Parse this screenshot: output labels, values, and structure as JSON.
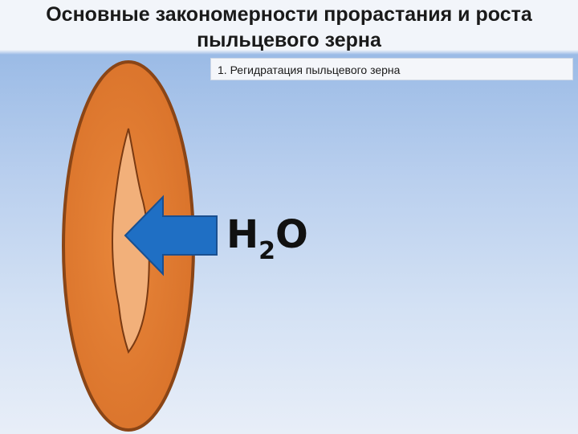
{
  "slide": {
    "title": "Основные закономерности прорастания и роста пыльцевого зерна",
    "caption": "1. Регидратация пыльцевого зерна"
  },
  "formula": {
    "element_1": "H",
    "subscript": "2",
    "element_2": "O"
  },
  "colors": {
    "outer_grain": "#e07a30",
    "grain_outline": "#8a4516",
    "inner_cell": "#f2b07a",
    "arrow": "#1f6fc4",
    "arrow_outline": "#1a4f8f"
  }
}
